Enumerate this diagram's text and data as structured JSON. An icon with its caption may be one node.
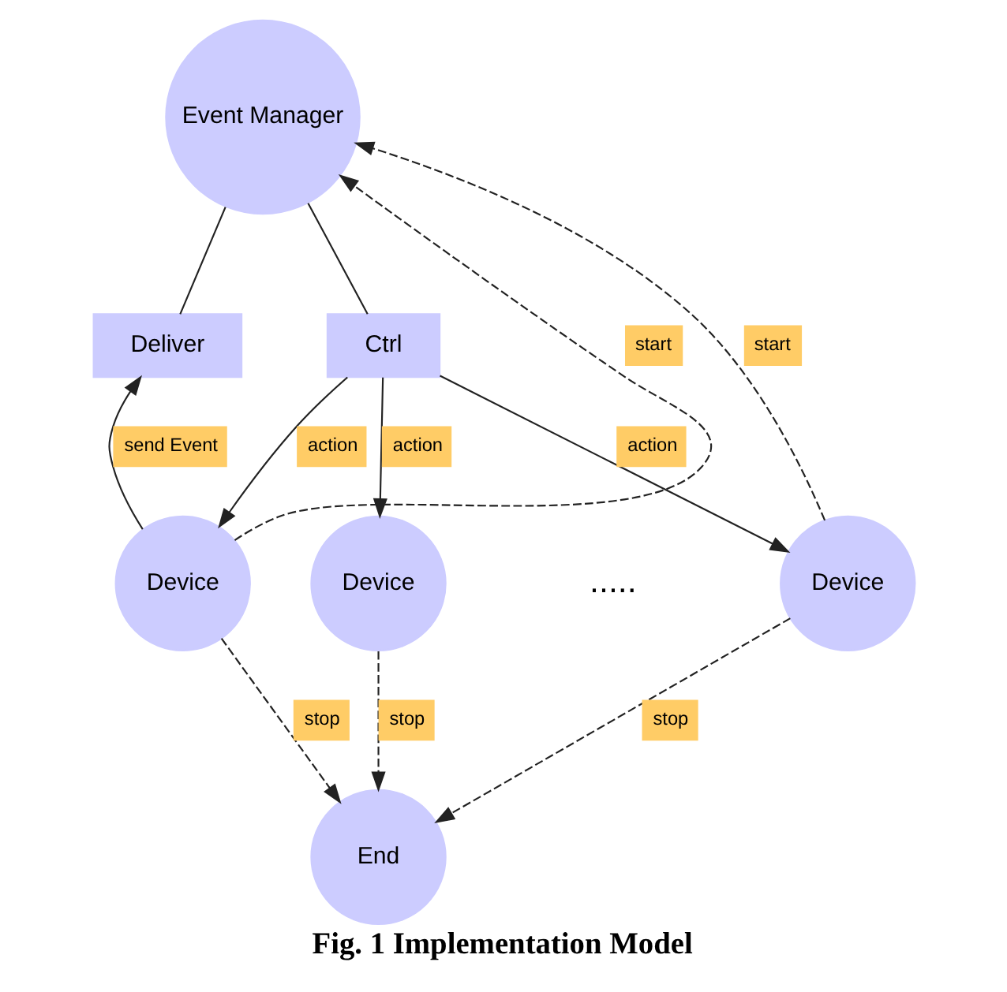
{
  "diagram": {
    "caption": "Fig. 1 Implementation Model",
    "nodes": [
      {
        "text": [
          "Event Manager"
        ]
      },
      {
        "text": [
          "Deliver"
        ]
      },
      {
        "text": [
          "Ctrl"
        ]
      },
      {
        "text": [
          "Device"
        ]
      },
      {
        "text": [
          "Device"
        ]
      },
      {
        "text": [
          "Device"
        ]
      },
      {
        "text": [
          "End"
        ]
      }
    ],
    "edges": [
      {
        "from": 0,
        "to": 1,
        "arrow": "none"
      },
      {
        "from": 0,
        "to": 2,
        "arrow": "none"
      },
      {
        "from": 3,
        "to": 1,
        "arrow": "to",
        "label": "send Event"
      },
      {
        "from": 2,
        "to": 3,
        "arrow": "to",
        "label": "action"
      },
      {
        "from": 2,
        "to": 4,
        "arrow": "to",
        "label": "action"
      },
      {
        "from": 2,
        "to": 5,
        "arrow": "to",
        "label": "action"
      },
      {
        "from": 3,
        "to": 0,
        "arrow": "to",
        "label": "start",
        "style": "dashed"
      },
      {
        "from": 5,
        "to": 0,
        "arrow": "to",
        "label": "start",
        "style": "dashed"
      },
      {
        "from": 3,
        "to": 6,
        "arrow": "to",
        "label": "stop",
        "style": "dashed"
      },
      {
        "from": 4,
        "to": 6,
        "arrow": "to",
        "label": "stop",
        "style": "dashed"
      },
      {
        "from": 5,
        "to": 6,
        "arrow": "to",
        "label": "stop",
        "style": "dashed"
      }
    ],
    "labels": [
      "....."
    ]
  }
}
